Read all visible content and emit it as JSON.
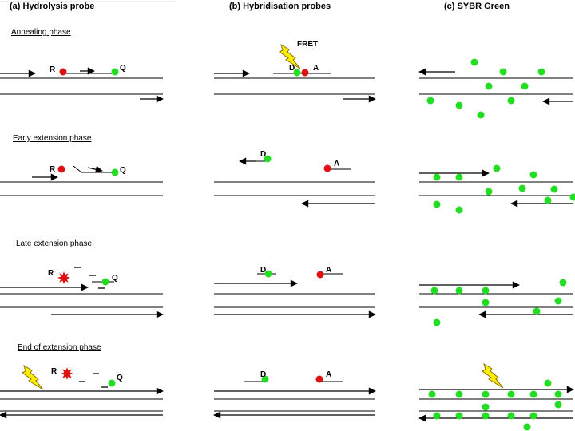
{
  "columns": {
    "a": "(a) Hydrolysis probe",
    "b": "(b) Hybridisation probes",
    "c": "(c) SYBR Green"
  },
  "phases": [
    "Annealing phase",
    "Early extension phase",
    "Late extension phase",
    "End of extension phase"
  ],
  "labels": {
    "reporter": "R",
    "quencher": "Q",
    "donor": "D",
    "acceptor": "A",
    "fret": "FRET"
  },
  "colors": {
    "green_dye": "#22dd22",
    "red_dye": "#dd1111",
    "lightning": "#ffee00"
  },
  "icons": [
    "lightning-bolt-icon",
    "fluorescence-burst-icon",
    "arrow-icon"
  ]
}
